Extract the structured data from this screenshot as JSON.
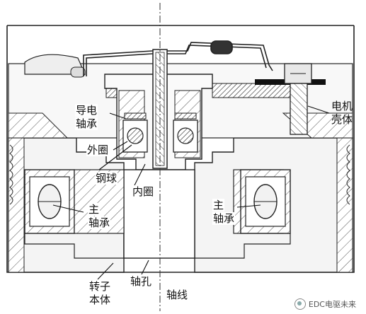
{
  "labels": {
    "conductive_bearing": [
      "导电",
      "轴承"
    ],
    "outer_ring": "外圈",
    "steel_ball": "钢球",
    "inner_ring": "内圈",
    "main_bearing_left": [
      "主",
      "轴承"
    ],
    "main_bearing_right": [
      "主",
      "轴承"
    ],
    "motor_housing": [
      "电机",
      "壳体"
    ],
    "rotor_body": [
      "转子",
      "本体"
    ],
    "shaft_hole": "轴孔",
    "axis_line": "轴线"
  },
  "watermark": "EDC电驱未来"
}
